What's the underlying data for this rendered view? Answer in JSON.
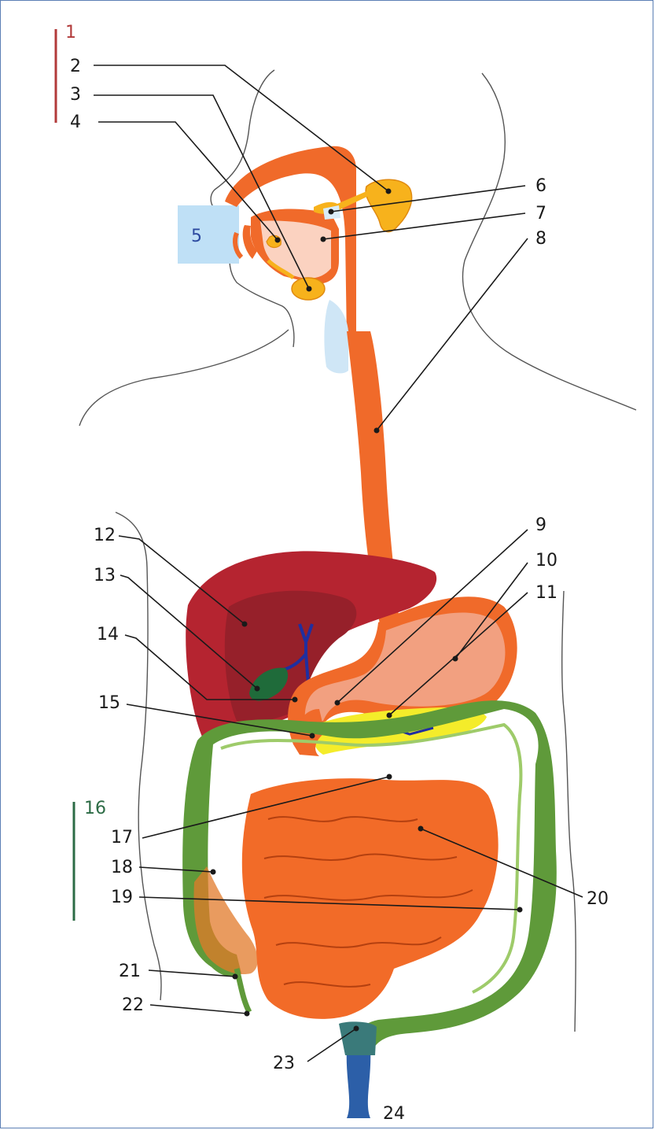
{
  "labels": {
    "l1": "1",
    "l2": "2",
    "l3": "3",
    "l4": "4",
    "l5": "5",
    "l6": "6",
    "l7": "7",
    "l8": "8",
    "l9": "9",
    "l10": "10",
    "l11": "11",
    "l12": "12",
    "l13": "13",
    "l14": "14",
    "l15": "15",
    "l16": "16",
    "l17": "17",
    "l18": "18",
    "l19": "19",
    "l20": "20",
    "l21": "21",
    "l22": "22",
    "l23": "23",
    "l24": "24"
  },
  "colors": {
    "group1_bar": "#b23a3a",
    "group16_bar": "#2c6b45",
    "mouth_box": "#bfe0f6",
    "digestive_tract": "#f06a2a",
    "liver": "#b52430",
    "gallbladder": "#1f6b3a",
    "stomach_fill": "#f2a080",
    "pancreas": "#f4ec2a",
    "large_intestine": "#5f9a3a",
    "small_intestine": "#f26b28",
    "rectum": "#2c5fa8"
  }
}
